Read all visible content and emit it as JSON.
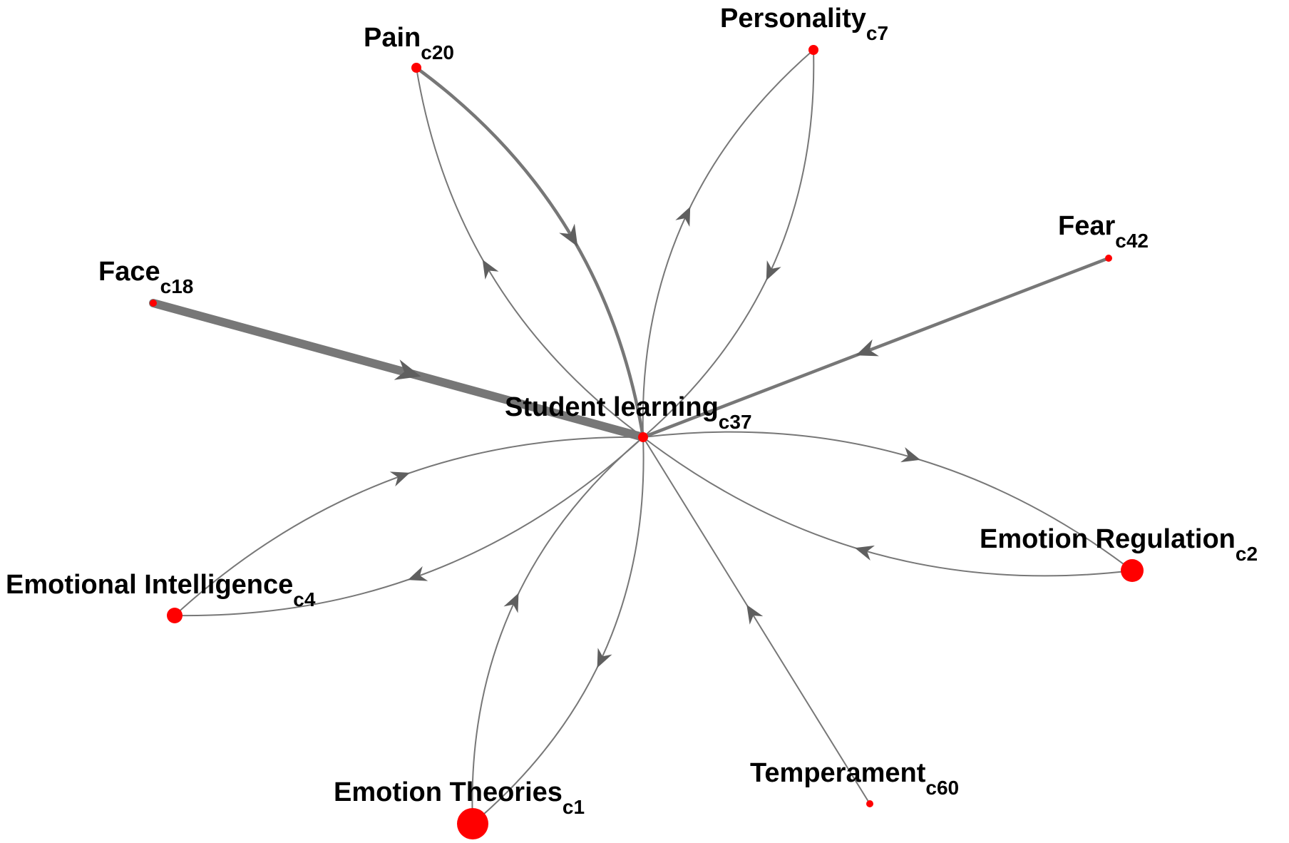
{
  "colors": {
    "node": "#ff0000",
    "edge": "#777777",
    "arrow": "#5f5f5f",
    "label": "#000000"
  },
  "center_node": "c37",
  "nodes": [
    {
      "id": "c37",
      "name": "Student learning",
      "cluster": "c37",
      "size": "small"
    },
    {
      "id": "c20",
      "name": "Pain",
      "cluster": "c20",
      "size": "small"
    },
    {
      "id": "c7",
      "name": "Personality",
      "cluster": "c7",
      "size": "small"
    },
    {
      "id": "c42",
      "name": "Fear",
      "cluster": "c42",
      "size": "tiny"
    },
    {
      "id": "c18",
      "name": "Face",
      "cluster": "c18",
      "size": "tiny"
    },
    {
      "id": "c4",
      "name": "Emotional Intelligence",
      "cluster": "c4",
      "size": "medium"
    },
    {
      "id": "c2",
      "name": "Emotion Regulation",
      "cluster": "c2",
      "size": "large"
    },
    {
      "id": "c1",
      "name": "Emotion Theories",
      "cluster": "c1",
      "size": "xlarge"
    },
    {
      "id": "c60",
      "name": "Temperament",
      "cluster": "c60",
      "size": "tiny"
    }
  ],
  "edges": [
    {
      "from": "c18",
      "to": "c37",
      "weight": "heavy"
    },
    {
      "from": "c20",
      "to": "c37",
      "weight": "medium"
    },
    {
      "from": "c37",
      "to": "c20",
      "weight": "light"
    },
    {
      "from": "c7",
      "to": "c37",
      "weight": "light"
    },
    {
      "from": "c37",
      "to": "c7",
      "weight": "light"
    },
    {
      "from": "c42",
      "to": "c37",
      "weight": "medium"
    },
    {
      "from": "c37",
      "to": "c2",
      "weight": "light"
    },
    {
      "from": "c2",
      "to": "c37",
      "weight": "light"
    },
    {
      "from": "c37",
      "to": "c4",
      "weight": "light"
    },
    {
      "from": "c4",
      "to": "c37",
      "weight": "light"
    },
    {
      "from": "c37",
      "to": "c1",
      "weight": "light"
    },
    {
      "from": "c1",
      "to": "c37",
      "weight": "light"
    },
    {
      "from": "c60",
      "to": "c37",
      "weight": "light"
    }
  ]
}
